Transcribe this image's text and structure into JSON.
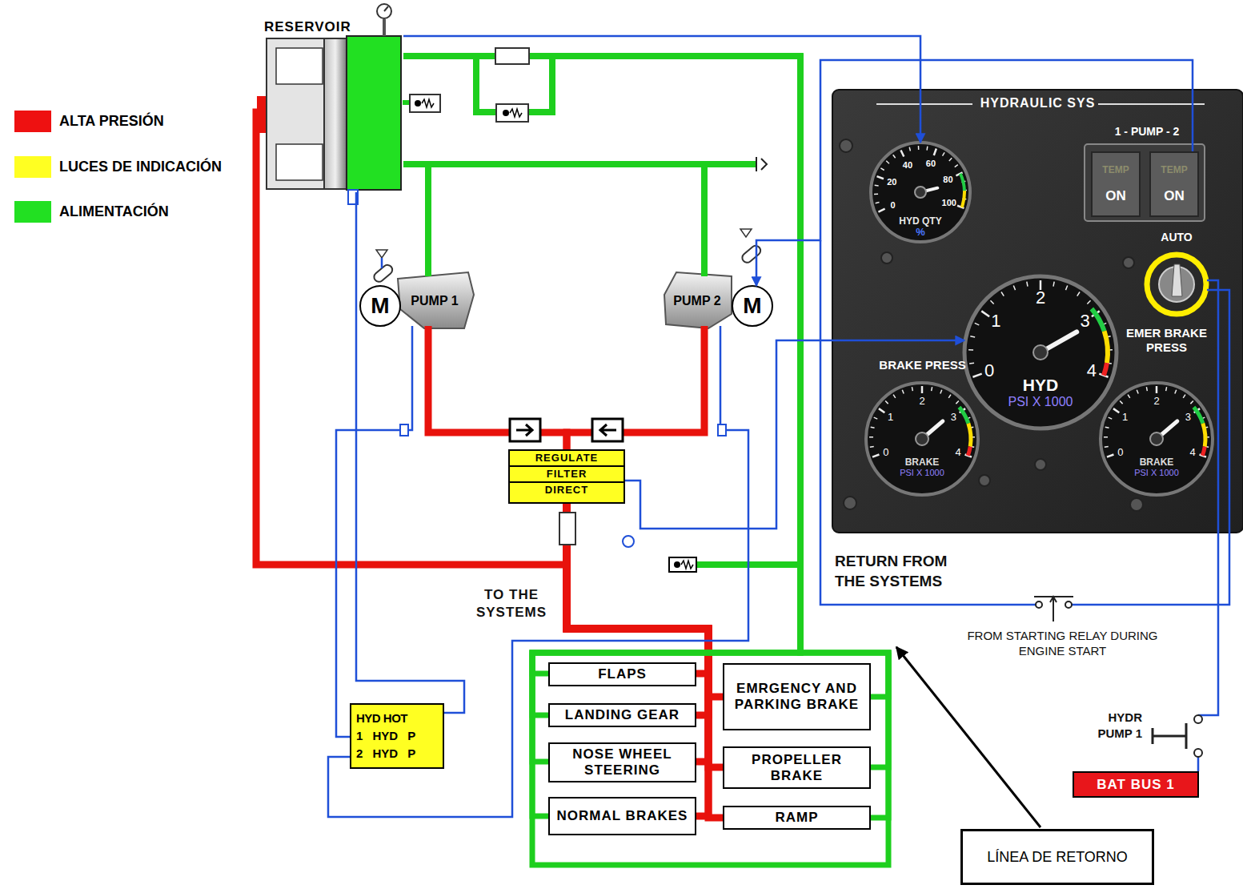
{
  "diagram": {
    "nodes": [
      {
        "text": [
          "RESERVOIR"
        ]
      },
      {
        "text": [
          "M"
        ]
      },
      {
        "text": [
          "PUMP 1"
        ]
      },
      {
        "text": [
          "PUMP 2"
        ]
      },
      {
        "text": [
          "M"
        ]
      },
      {
        "text": [
          "HYDRAULIC SYS"
        ]
      },
      {
        "text": [
          "TEMP",
          "ON"
        ],
        "in": 5
      },
      {
        "text": [
          "TEMP",
          "ON"
        ],
        "in": 5
      },
      {
        "text": [
          "HYD QTY",
          "%"
        ],
        "in": 5
      },
      {
        "text": [
          "HYD",
          "PSI X 1000"
        ],
        "in": 5
      },
      {
        "text": [
          "BRAKE",
          "PSI X 1000"
        ],
        "in": 5
      },
      {
        "text": [
          "BRAKE",
          "PSI X 1000"
        ],
        "in": 5
      },
      {
        "text": [
          "REGULATE",
          "FILTER",
          "DIRECT"
        ]
      },
      {
        "text": [
          "HYD HOT",
          "1 HYD P",
          "2 HYD P"
        ]
      },
      {
        "text": [
          "FLAPS"
        ]
      },
      {
        "text": [
          "EMRGENCY AND PARKING BRAKE"
        ]
      },
      {
        "text": [
          "LANDING GEAR"
        ]
      },
      {
        "text": [
          "NOSE WHEEL STEERING"
        ]
      },
      {
        "text": [
          "PROPELLER BRAKE"
        ]
      },
      {
        "text": [
          "NORMAL BRAKES"
        ]
      },
      {
        "text": [
          "RAMP"
        ]
      },
      {
        "text": [
          "BAT BUS 1"
        ]
      },
      {
        "text": [
          "LÍNEA DE RETORNO"
        ]
      }
    ],
    "edges": [
      {
        "from": 0,
        "to": 2,
        "arrow": "none"
      },
      {
        "from": 0,
        "to": 3,
        "arrow": "none"
      },
      {
        "from": 2,
        "to": 12,
        "arrow": "none"
      },
      {
        "from": 3,
        "to": 12,
        "arrow": "none"
      },
      {
        "from": 12,
        "to": 14,
        "arrow": "none"
      },
      {
        "from": 12,
        "to": 15,
        "arrow": "none"
      },
      {
        "from": 12,
        "to": 16,
        "arrow": "none"
      },
      {
        "from": 12,
        "to": 17,
        "arrow": "none"
      },
      {
        "from": 12,
        "to": 18,
        "arrow": "none"
      },
      {
        "from": 12,
        "to": 19,
        "arrow": "none"
      },
      {
        "from": 12,
        "to": 20,
        "arrow": "none"
      },
      {
        "from": 12,
        "to": 0,
        "arrow": "none"
      },
      {
        "from": 14,
        "to": 0,
        "arrow": "none"
      },
      {
        "from": 15,
        "to": 0,
        "arrow": "none"
      },
      {
        "from": 16,
        "to": 0,
        "arrow": "none"
      },
      {
        "from": 17,
        "to": 0,
        "arrow": "none"
      },
      {
        "from": 18,
        "to": 0,
        "arrow": "none"
      },
      {
        "from": 19,
        "to": 0,
        "arrow": "none"
      },
      {
        "from": 20,
        "to": 0,
        "arrow": "none"
      },
      {
        "from": 0,
        "to": 8,
        "arrow": "to"
      },
      {
        "from": 12,
        "to": 9,
        "arrow": "to"
      },
      {
        "from": 2,
        "to": 13,
        "arrow": "none"
      },
      {
        "from": 3,
        "to": 13,
        "arrow": "none"
      },
      {
        "from": 0,
        "to": 13,
        "arrow": "none"
      },
      {
        "from": 7,
        "to": 4,
        "arrow": "to"
      }
    ],
    "labels": [
      "1 - PUMP - 2",
      "AUTO",
      "BRAKE PRESS",
      "EMER BRAKE PRESS",
      "0",
      "20",
      "40",
      "60",
      "80",
      "100",
      "0",
      "1",
      "2",
      "3",
      "4",
      "0",
      "1",
      "2",
      "3",
      "4",
      "0",
      "1",
      "2",
      "3",
      "4",
      "RETURN FROM THE SYSTEMS",
      "TO THE SYSTEMS",
      "FROM STARTING RELAY DURING ENGINE START",
      "HYDR PUMP 1"
    ],
    "legend": [
      {
        "text": "ALTA PRESIÓN",
        "color": "#ee1111"
      },
      {
        "text": "LUCES DE INDICACIÓN",
        "color": "#ffff22"
      },
      {
        "text": "ALIMENTACIÓN",
        "color": "#22e022"
      }
    ]
  }
}
